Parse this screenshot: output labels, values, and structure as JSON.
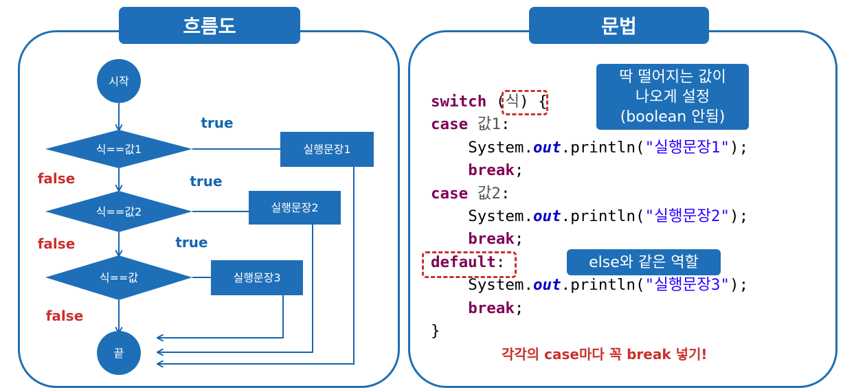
{
  "flowchart": {
    "title": "흐름도",
    "start": "시작",
    "end": "끝",
    "conditions": [
      "식==값1",
      "식==값2",
      "식==값"
    ],
    "statements": [
      "실행문장1",
      "실행문장2",
      "실행문장3"
    ],
    "true_label": "true",
    "false_label": "false"
  },
  "syntax": {
    "title": "문법",
    "code": {
      "switch_kw": "switch",
      "paren_open": " (",
      "expr": "식",
      "paren_close": ") {",
      "case_kw": "case",
      "value1": " 값1",
      "value2": " 값2",
      "colon": ":",
      "indent": "    ",
      "system_out": "System.",
      "out": "out",
      "println_open": ".println(",
      "str1": "\"실행문장1\"",
      "str2": "\"실행문장2\"",
      "str3": "\"실행문장3\"",
      "println_close": ");",
      "break_kw": "break",
      "semicolon": ";",
      "default_kw": "default",
      "close_brace": "}"
    },
    "callout_expr_lines": [
      "딱 떨어지는 값이",
      "나오게 설정",
      "(boolean 안됨)"
    ],
    "callout_default": "else와 같은 역할",
    "note": "각각의 case마다 꼭 break 넣기!"
  },
  "colors": {
    "accent_blue": "#1e6fb7",
    "flow_true": "#1565b0",
    "flow_false": "#c9302c",
    "keyword": "#7f0055",
    "field": "#0000c0",
    "string": "#2a00ff"
  }
}
